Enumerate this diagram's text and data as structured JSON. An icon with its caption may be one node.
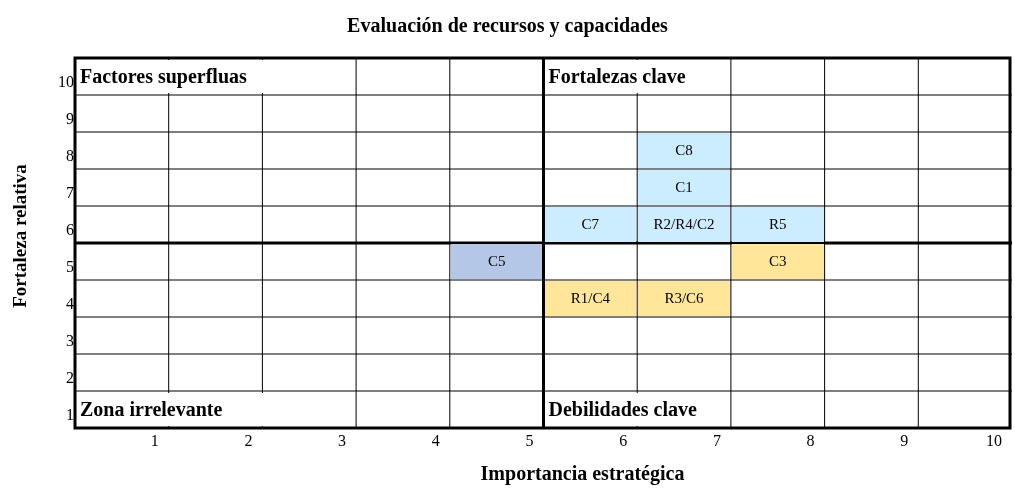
{
  "diagram": {
    "title": "Evaluación de recursos y capacidades",
    "labels": [
      "Fortaleza relativa",
      "10",
      "Factores superfluas",
      "Fortalezas clave",
      "9",
      "8",
      "C8",
      "7",
      "C1",
      "6",
      "C7",
      "R2/R4/C2",
      "R5",
      "5",
      "C5",
      "C3",
      "4",
      "R1/C4",
      "R3/C6",
      "3",
      "2",
      "1",
      "Zona irrelevante",
      "Debilidades clave",
      "1",
      "2",
      "3",
      "4",
      "5",
      "6",
      "7",
      "8",
      "9",
      "10",
      "Importancia estratégica"
    ]
  }
}
